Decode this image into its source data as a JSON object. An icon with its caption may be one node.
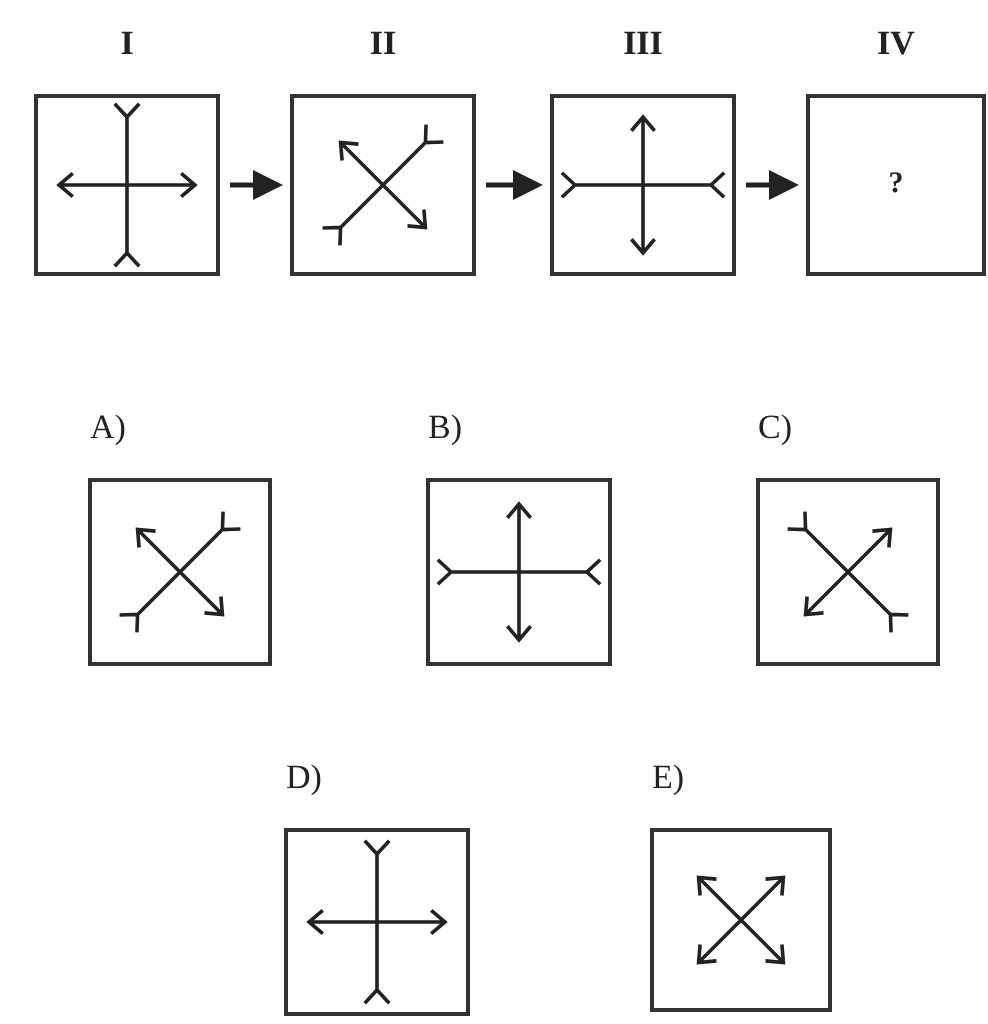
{
  "diagram": {
    "nodes": [
      {
        "text": [
          "I"
        ]
      },
      {
        "text": [
          "II"
        ]
      },
      {
        "text": [
          "III"
        ]
      },
      {
        "text": [
          "IV",
          "?"
        ]
      },
      {
        "text": [
          "A)"
        ]
      },
      {
        "text": [
          "B)"
        ]
      },
      {
        "text": [
          "C)"
        ]
      },
      {
        "text": [
          "D)"
        ]
      },
      {
        "text": [
          "E)"
        ]
      }
    ],
    "edges": [
      {
        "from": 0,
        "to": 1,
        "arrow": "to"
      },
      {
        "from": 1,
        "to": 2,
        "arrow": "to"
      },
      {
        "from": 2,
        "to": 3,
        "arrow": "to"
      }
    ]
  }
}
